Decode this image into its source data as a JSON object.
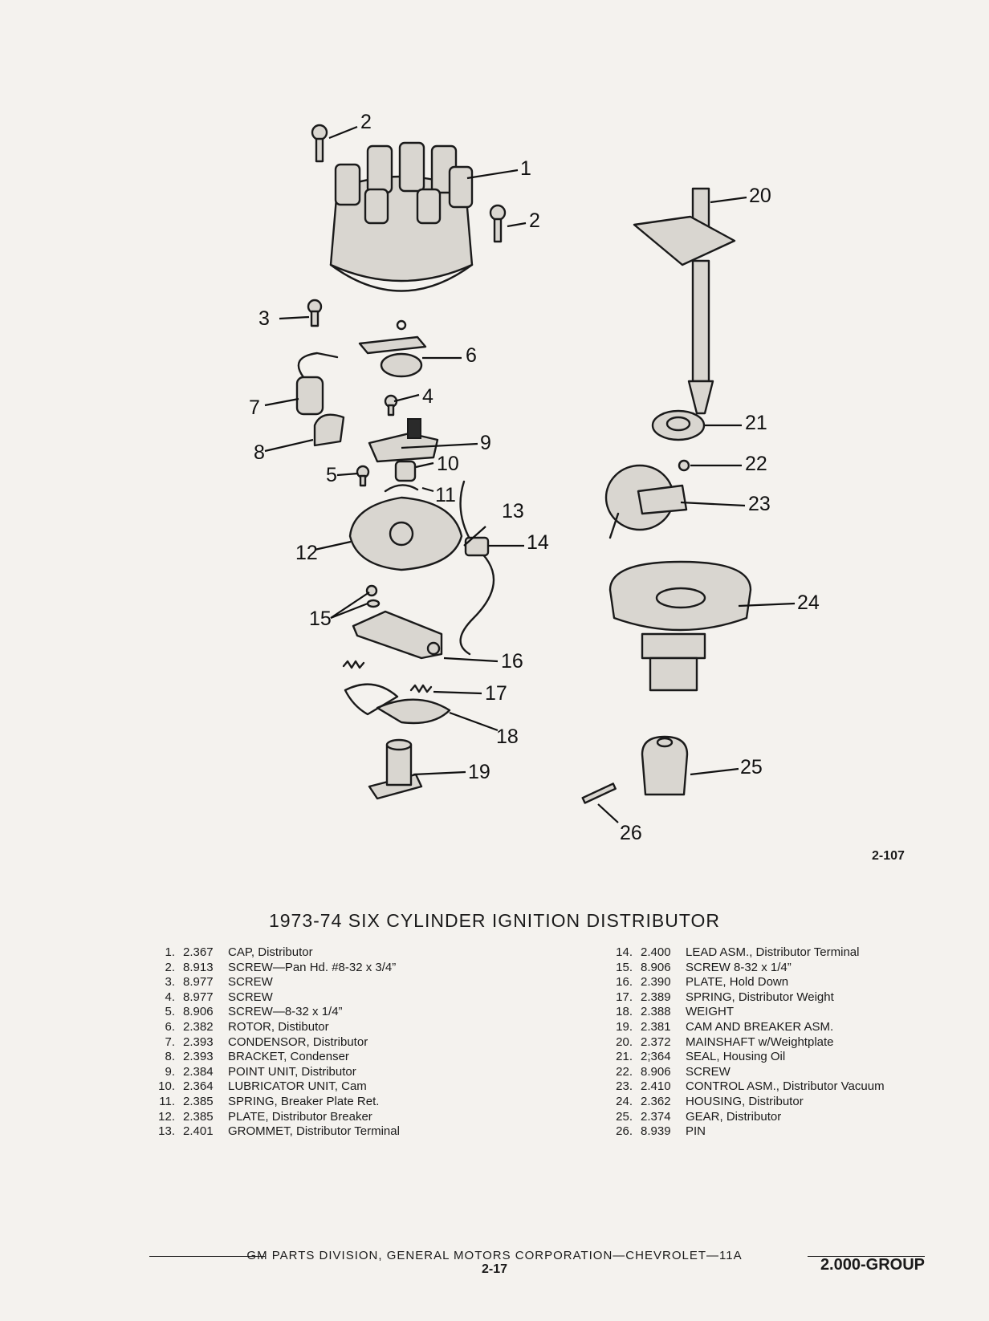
{
  "figure": {
    "number": "2-107",
    "callouts": [
      "1",
      "2",
      "2",
      "3",
      "4",
      "5",
      "6",
      "7",
      "8",
      "9",
      "10",
      "11",
      "12",
      "13",
      "14",
      "15",
      "16",
      "17",
      "18",
      "19",
      "20",
      "21",
      "22",
      "23",
      "24",
      "25",
      "26"
    ]
  },
  "title": "1973-74  SIX CYLINDER IGNITION DISTRIBUTOR",
  "parts_left": [
    {
      "num": "1.",
      "code": "2.367",
      "desc": "CAP, Distributor"
    },
    {
      "num": "2.",
      "code": "8.913",
      "desc": "SCREW—Pan Hd. #8-32 x 3/4”"
    },
    {
      "num": "3.",
      "code": "8.977",
      "desc": "SCREW"
    },
    {
      "num": "4.",
      "code": "8.977",
      "desc": "SCREW"
    },
    {
      "num": "5.",
      "code": "8.906",
      "desc": "SCREW—8-32 x 1/4”"
    },
    {
      "num": "6.",
      "code": "2.382",
      "desc": "ROTOR, Distibutor"
    },
    {
      "num": "7.",
      "code": "2.393",
      "desc": "CONDENSOR, Distributor"
    },
    {
      "num": "8.",
      "code": "2.393",
      "desc": "BRACKET, Condenser"
    },
    {
      "num": "9.",
      "code": "2.384",
      "desc": "POINT UNIT, Distributor"
    },
    {
      "num": "10.",
      "code": "2.364",
      "desc": "LUBRICATOR UNIT, Cam"
    },
    {
      "num": "11.",
      "code": "2.385",
      "desc": "SPRING, Breaker Plate Ret."
    },
    {
      "num": "12.",
      "code": "2.385",
      "desc": "PLATE, Distributor Breaker"
    },
    {
      "num": "13.",
      "code": "2.401",
      "desc": "GROMMET, Distributor Terminal"
    }
  ],
  "parts_right": [
    {
      "num": "14.",
      "code": "2.400",
      "desc": "LEAD ASM., Distributor Terminal"
    },
    {
      "num": "15.",
      "code": "8.906",
      "desc": "SCREW 8-32 x 1/4”"
    },
    {
      "num": "16.",
      "code": "2.390",
      "desc": "PLATE, Hold Down"
    },
    {
      "num": "17.",
      "code": "2.389",
      "desc": "SPRING, Distributor Weight"
    },
    {
      "num": "18.",
      "code": "2.388",
      "desc": "WEIGHT"
    },
    {
      "num": "19.",
      "code": "2.381",
      "desc": "CAM AND BREAKER ASM."
    },
    {
      "num": "20.",
      "code": "2.372",
      "desc": "MAINSHAFT w/Weightplate"
    },
    {
      "num": "21.",
      "code": "2;364",
      "desc": "SEAL, Housing Oil"
    },
    {
      "num": "22.",
      "code": "8.906",
      "desc": "SCREW"
    },
    {
      "num": "23.",
      "code": "2.410",
      "desc": "CONTROL ASM., Distributor Vacuum"
    },
    {
      "num": "24.",
      "code": "2.362",
      "desc": "HOUSING, Distributor"
    },
    {
      "num": "25.",
      "code": "2.374",
      "desc": "GEAR, Distributor"
    },
    {
      "num": "26.",
      "code": "8.939",
      "desc": "PIN"
    }
  ],
  "footer": {
    "text": "GM PARTS DIVISION, GENERAL MOTORS CORPORATION—CHEVROLET—11A",
    "page": "2-17",
    "group": "2.000-GROUP"
  }
}
